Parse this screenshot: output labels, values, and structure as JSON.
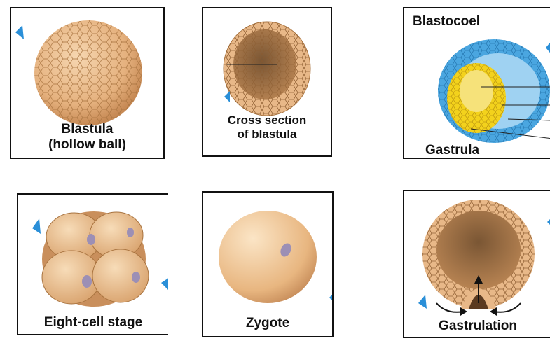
{
  "panels": {
    "blastula": {
      "label_line1": "Blastula",
      "label_line2": "(hollow ball)"
    },
    "cross_section": {
      "label_line1": "Cross section",
      "label_line2": "of blastula"
    },
    "gastrula": {
      "label_top": "Blastocoel",
      "label_bottom": "Gastrula"
    },
    "eight_cell": {
      "label": "Eight-cell stage"
    },
    "zygote": {
      "label": "Zygote"
    },
    "gastrulation": {
      "label": "Gastrulation"
    }
  },
  "colors": {
    "cell_fill": "#e9b98a",
    "cell_shade": "#c98f5c",
    "cell_line": "#a86f3d",
    "ectoderm_blue": "#4aa6e0",
    "endoderm_yellow": "#f3d21c",
    "nucleus": "#9c8fb5",
    "pointer": "#2a8fd8"
  }
}
